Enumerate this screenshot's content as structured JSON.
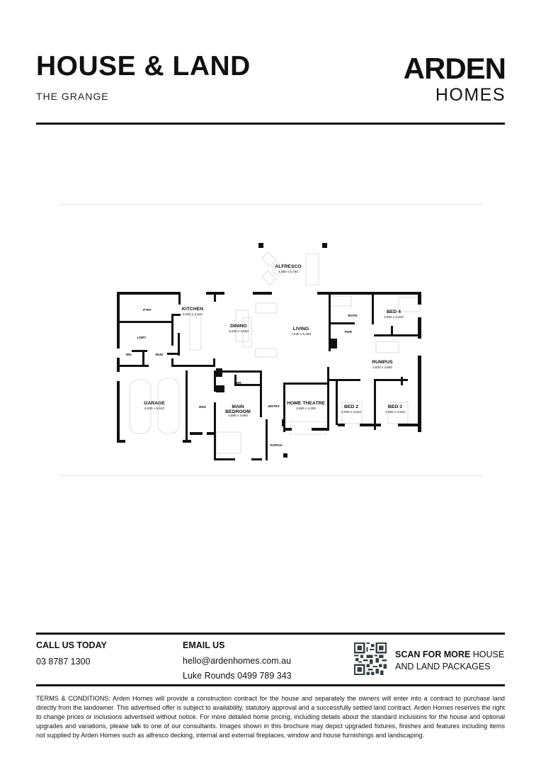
{
  "header": {
    "title": "HOUSE & LAND",
    "subtitle": "THE GRANGE",
    "logo": {
      "brand": "ARDEN",
      "sub": "HOMES"
    }
  },
  "floorplan": {
    "rooms": [
      {
        "name": "ALFRESCO",
        "dims": "4,050 x 5,750"
      },
      {
        "name": "PTRY",
        "dims": ""
      },
      {
        "name": "KITCHEN",
        "dims": "6,020 x 3,210"
      },
      {
        "name": "DINING",
        "dims": "6,020 x 3,920"
      },
      {
        "name": "LIVING",
        "dims": "7,230 x 5,460"
      },
      {
        "name": "BATH",
        "dims": ""
      },
      {
        "name": "BED 4",
        "dims": "3,000 x 3,510"
      },
      {
        "name": "PDR",
        "dims": ""
      },
      {
        "name": "LDRY",
        "dims": ""
      },
      {
        "name": "WIL",
        "dims": ""
      },
      {
        "name": "MUD",
        "dims": ""
      },
      {
        "name": "RUMPUS",
        "dims": "3,530 x 4,800"
      },
      {
        "name": "WIR",
        "dims": ""
      },
      {
        "name": "GARAGE",
        "dims": "6,000 x 5,510"
      },
      {
        "name": "ENS",
        "dims": ""
      },
      {
        "name": "MAIN BEDROOM",
        "dims": "4,880 x 3,800"
      },
      {
        "name": "ENTRY",
        "dims": ""
      },
      {
        "name": "HOME THEATRE",
        "dims": "3,590 x 4,200"
      },
      {
        "name": "BED 2",
        "dims": "3,000 x 3,510"
      },
      {
        "name": "BED 3",
        "dims": "3,000 x 3,510"
      },
      {
        "name": "PORCH",
        "dims": ""
      }
    ]
  },
  "footer": {
    "call": {
      "heading": "CALL US TODAY",
      "phone": "03 8787 1300"
    },
    "email": {
      "heading": "EMAIL US",
      "address": "hello@ardenhomes.com.au",
      "consultant": "Luke Rounds 0499 789 343"
    },
    "scan": {
      "bold": "SCAN FOR MORE",
      "rest": " HOUSE",
      "line2": "AND LAND PACKAGES"
    },
    "terms": "TERMS & CONDITIONS: Arden Homes will provide a construction contract for the house and separately the owners will enter into a contract to purchase land directly from the landowner. This advertised offer is subject to availability, statutory approval and a successfully settled land contract. Arden Homes reserves the right to change prices or inclusions advertised without notice. For more detailed home pricing, including details about the standard inclusions for the house and optional upgrades and variations, please talk to one of our consultants. Images shown in this brochure may depict upgraded fixtures, finishes and features including items not supplied by Arden Homes such as alfresco decking, internal and external fireplaces, window and house furnishings and landscaping."
  }
}
